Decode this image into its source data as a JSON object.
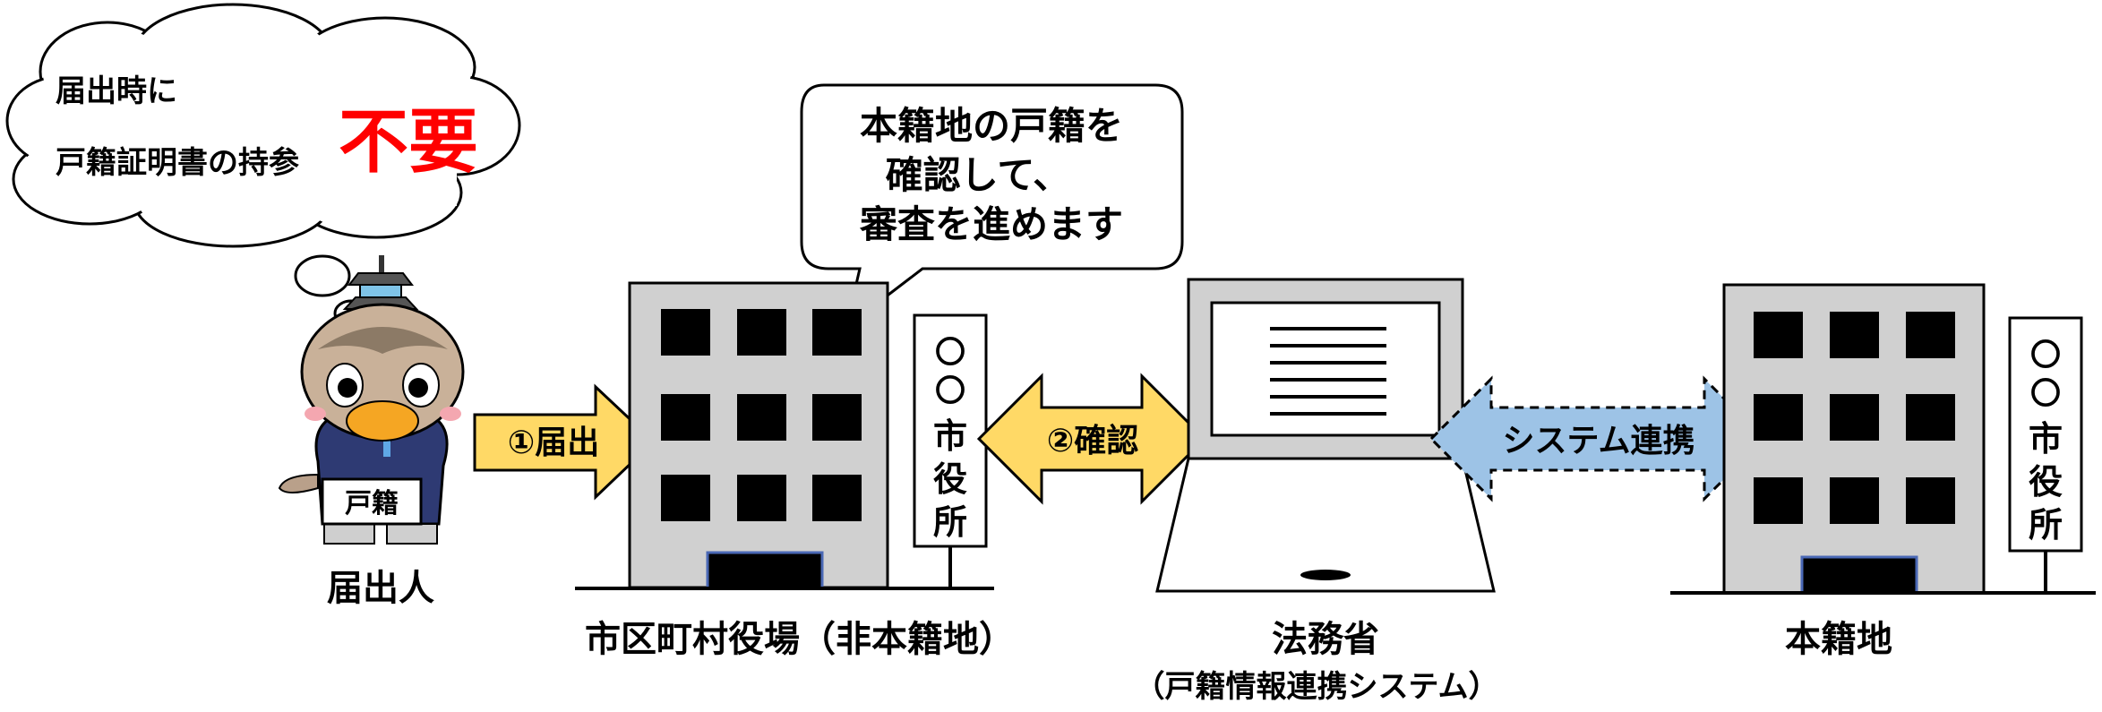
{
  "thought_cloud": {
    "line1": "届出時に",
    "line2": "戸籍証明書の持参",
    "emphasis": "不要",
    "emphasis_color": "#ff0000"
  },
  "speech_bubble": {
    "line1": "本籍地の戸籍を",
    "line2": "確認して、",
    "line3": "審査を進めます"
  },
  "applicant": {
    "label": "届出人",
    "document_text": "戸籍"
  },
  "municipal_office": {
    "label": "市区町村役場（非本籍地）",
    "sign": [
      "〇",
      "〇",
      "市",
      "役",
      "所"
    ]
  },
  "ministry": {
    "label": "法務省",
    "sublabel": "（戸籍情報連携システム）"
  },
  "domicile": {
    "label": "本籍地",
    "sign": [
      "〇",
      "〇",
      "市",
      "役",
      "所"
    ]
  },
  "arrows": {
    "submit": "①届出",
    "confirm": "②確認",
    "link": "システム連携"
  },
  "colors": {
    "arrow_yellow": "#ffd966",
    "arrow_blue": "#9dc3e6",
    "building_gray": "#d0d0d0"
  }
}
